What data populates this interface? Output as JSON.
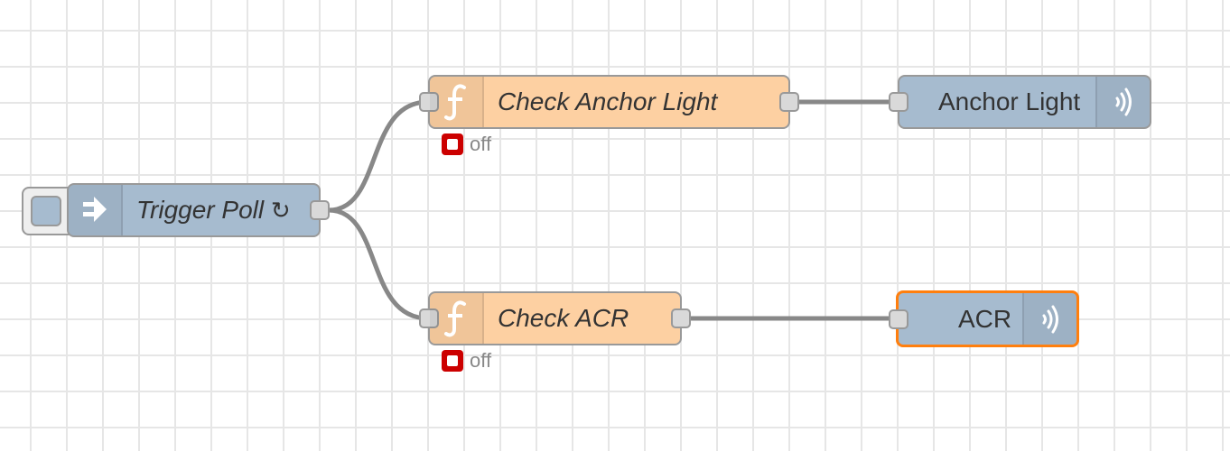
{
  "workspace": {
    "nodes": {
      "trigger_poll": {
        "label": "Trigger Poll",
        "repeat_glyph": "↻",
        "type": "inject"
      },
      "check_anchor_light": {
        "label": "Check Anchor Light",
        "type": "function",
        "status": "off"
      },
      "check_acr": {
        "label": "Check ACR",
        "type": "function",
        "status": "off"
      },
      "anchor_light": {
        "label": "Anchor Light",
        "type": "mqtt-out"
      },
      "acr": {
        "label": "ACR",
        "type": "mqtt-out",
        "selected": true
      }
    },
    "colors": {
      "function_node": "#fdd0a2",
      "mqtt_node": "#a6bbcf",
      "inject_node": "#a6bbcf",
      "selected_outline": "#ff7f0e",
      "status_red": "#cc0000",
      "wire": "#888888"
    },
    "icons": {
      "inject": "arrow-in-icon",
      "function": "function-icon",
      "mqtt": "broadcast-icon"
    }
  }
}
